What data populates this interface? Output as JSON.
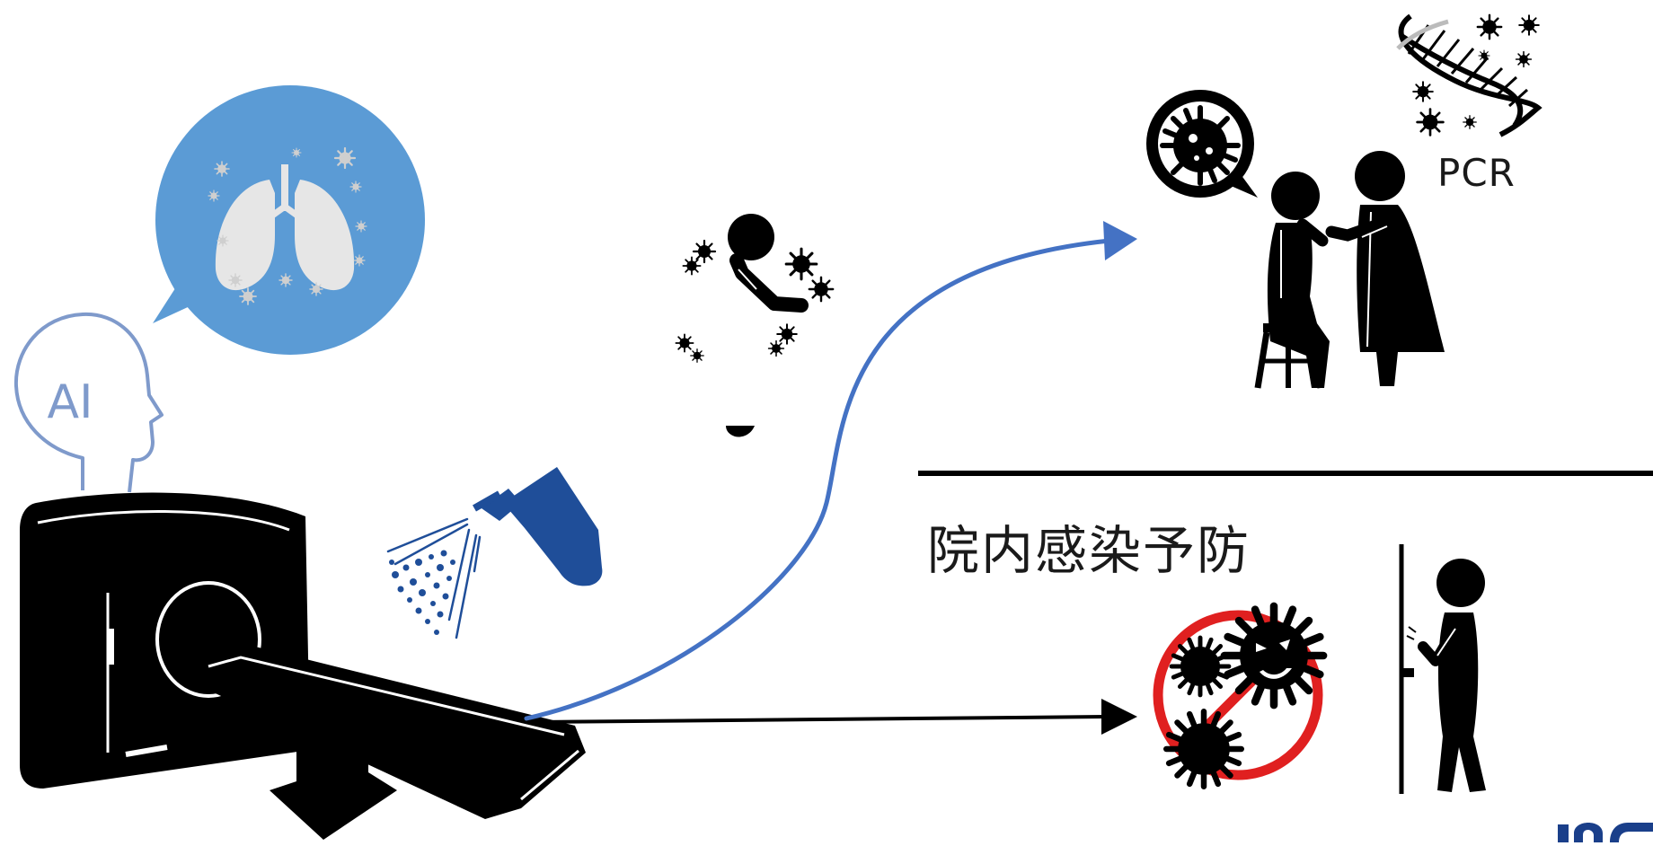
{
  "labels": {
    "pcr": "PCR",
    "ai": "AI",
    "infection_prevention": "院内感染予防"
  },
  "colors": {
    "speech_bubble": "#5b9bd5",
    "lungs": "#e6e6e6",
    "ai_outline": "#7f9acb",
    "upper_arrow": "#4472c4",
    "lower_arrow": "#000000",
    "spray_bottle": "#1f4e99",
    "prohibit_sign": "#e02020",
    "silhouette": "#000000"
  },
  "icons": [
    "ct-scanner-icon",
    "ai-head-icon",
    "lung-speech-bubble-icon",
    "disinfectant-spray-icon",
    "coughing-person-icon",
    "virus-bubble-icon",
    "pcr-swab-test-icon",
    "dna-helix-icon",
    "no-virus-icon",
    "hand-washing-person-icon"
  ]
}
